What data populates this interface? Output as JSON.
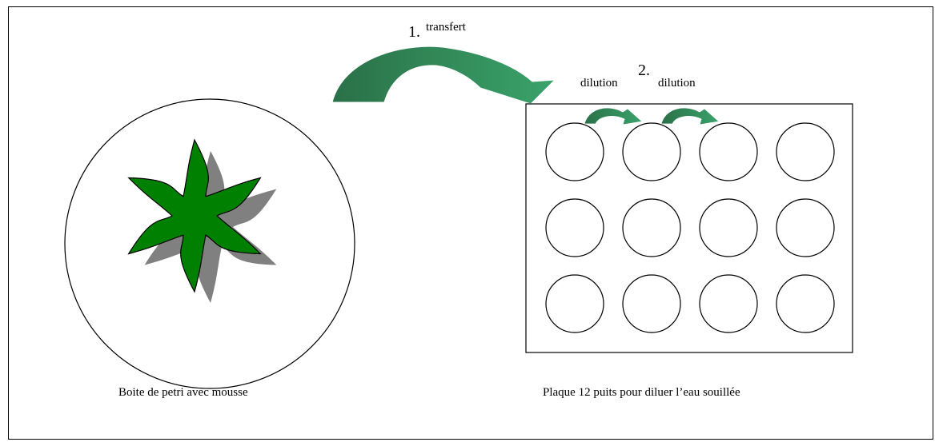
{
  "step1": {
    "number": "1.",
    "label": "transfert"
  },
  "step2": {
    "number": "2.",
    "label_left": "dilution",
    "label_right": "dilution"
  },
  "petri": {
    "caption": "Boite de petri avec mousse"
  },
  "plate": {
    "caption": "Plaque 12 puits pour diluer l’eau souillée",
    "rows": 3,
    "cols": 4
  },
  "colors": {
    "moss": "#008000",
    "moss_shadow": "#808080",
    "arrow_dark": "#2e7d52",
    "arrow_light": "#3aa36a"
  }
}
